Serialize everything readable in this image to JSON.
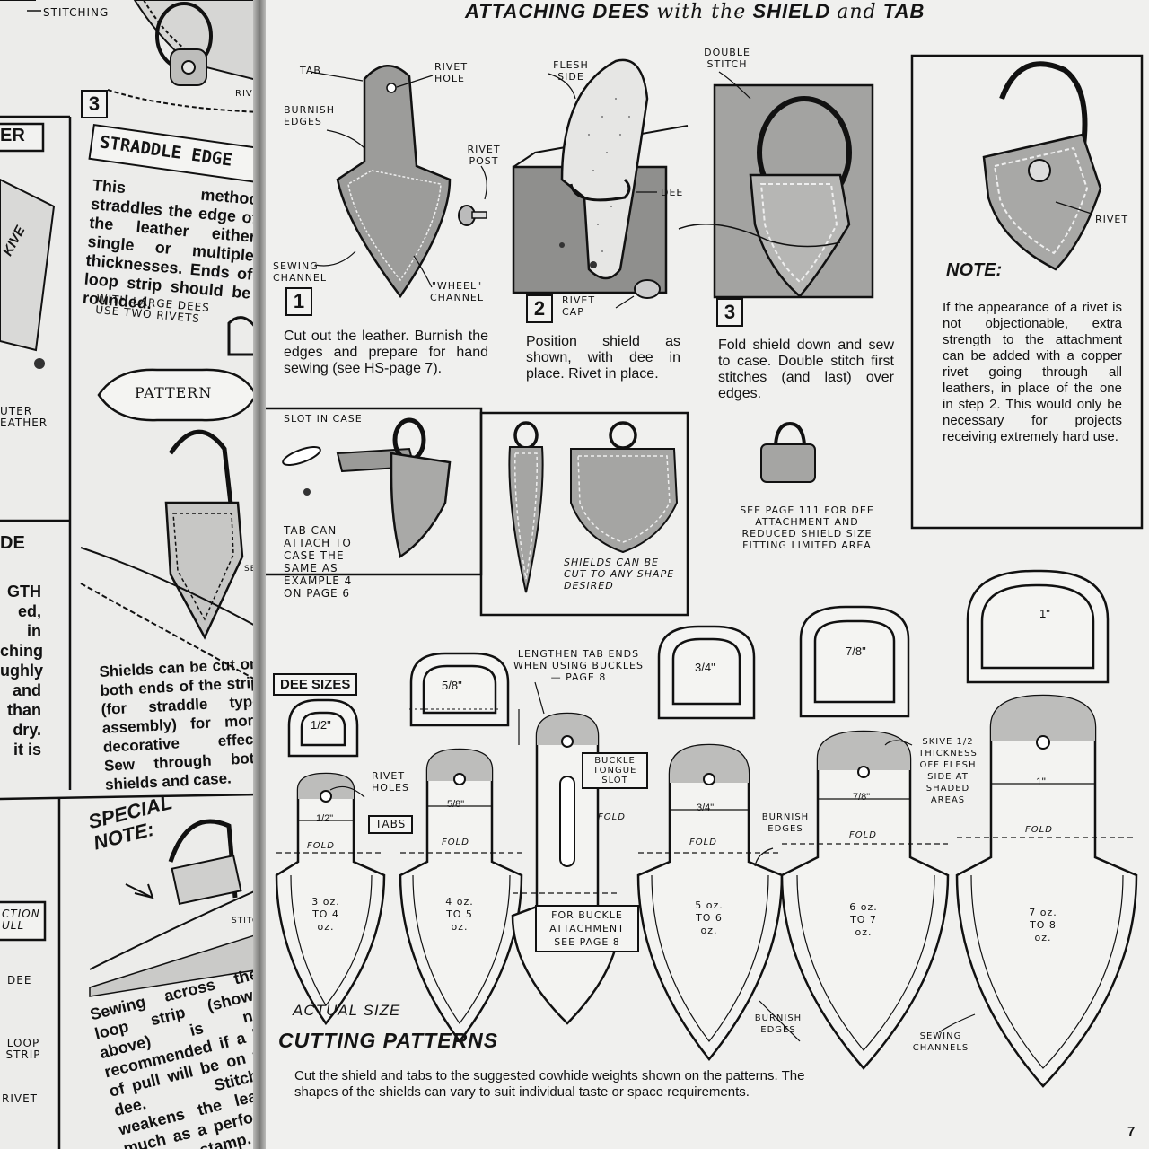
{
  "left_page": {
    "top_label": "STITCHING",
    "rivet_label": "RIVET",
    "step_number": "3",
    "section_title": "STRADDLE EDGE",
    "er_fragment": "ER",
    "body1": "This method straddles the edge of the leather either single or multiple thicknesses. Ends of loop strip should be rounded.",
    "large_dees_note": "WITH LARGE DEES USE TWO RIVETS",
    "pattern_label": "PATTERN",
    "skive_fragment": "KIVE",
    "outer_leather_fragment": "UTER EATHER",
    "de_fragment": "DE",
    "length_fragment": "GTH ed, in ching ughly and than dry. it is",
    "sew_label": "SEW",
    "body2": "Shields can be cut on both ends of the strip (for straddle type assembly) for more decorative effect. Sew through both shields and case.",
    "special_note": "SPECIAL NOTE:",
    "stitch_label": "STITCH",
    "ction_fragment": "CTION ULL",
    "dee_label": "DEE",
    "loop_strip_label": "LOOP STRIP",
    "rivet_label2": "RIVET",
    "body3": "Sewing across the loop strip (shown above) is not recommended if a lot of pull will be on the dee. Stitching weakens the leather much as a perforated postage stamp. It is permissible, though,"
  },
  "right_page": {
    "header": {
      "part1": "ATTACHING DEES",
      "part2": "with the",
      "part3": "SHIELD",
      "part4": "and",
      "part5": "TAB"
    },
    "step1": {
      "number": "1",
      "labels": {
        "tab": "TAB",
        "rivet_hole": "RIVET HOLE",
        "burnish_edges": "BURNISH EDGES",
        "sewing_channel": "SEWING CHANNEL",
        "wheel_channel": "\"WHEEL\" CHANNEL",
        "rivet_post": "RIVET POST"
      },
      "text": "Cut out the leather. Burnish the edges and prepare for hand sewing (see HS-page 7)."
    },
    "step2": {
      "number": "2",
      "labels": {
        "flesh_side": "FLESH SIDE",
        "dee": "DEE",
        "rivet_cap": "RIVET CAP"
      },
      "text": "Position shield as shown, with dee in place. Rivet in place."
    },
    "step3": {
      "number": "3",
      "labels": {
        "double_stitch": "DOUBLE STITCH"
      },
      "text": "Fold shield down and sew to case. Double stitch first stitches (and last) over edges."
    },
    "note_box": {
      "rivet_label": "RIVET",
      "title": "NOTE:",
      "text": "If the appearance of a rivet is not objectionable, extra strength to the attachment can be added with a copper rivet going through all leathers, in place of the one in step 2. This would only be necessary for projects receiving extremely hard use."
    },
    "slot_panel": {
      "slot_label": "SLOT IN CASE",
      "text": "TAB CAN ATTACH TO CASE THE SAME AS EXAMPLE 4 ON PAGE 6"
    },
    "shapes_panel": {
      "text": "SHIELDS CAN BE CUT TO ANY SHAPE DESIRED"
    },
    "small_dee_note": "SEE PAGE 111 FOR DEE ATTACHMENT AND REDUCED SHIELD SIZE FITTING LIMITED AREA",
    "dee_sizes_title": "DEE SIZES",
    "dees": [
      "1/2\"",
      "5/8\"",
      "3/4\"",
      "7/8\"",
      "1\""
    ],
    "lengthen_note": "LENGTHEN TAB ENDS WHEN USING BUCKLES — PAGE 8",
    "buckle_tongue_slot": "BUCKLE TONGUE SLOT",
    "fold_label": "FOLD",
    "rivet_holes": "RIVET HOLES",
    "tabs_label": "TABS",
    "burnish_edges": "BURNISH EDGES",
    "skive_note": "SKIVE 1/2 THICKNESS OFF FLESH SIDE AT SHADED AREAS",
    "buckle_attachment": "FOR BUCKLE ATTACHMENT SEE PAGE 8",
    "patterns": [
      {
        "width": "1/2\"",
        "weight": "3 oz. TO 4 oz."
      },
      {
        "width": "5/8\"",
        "weight": "4 oz. TO 5 oz."
      },
      {
        "width": "3/4\"",
        "weight": "5 oz. TO 6 oz."
      },
      {
        "width": "7/8\"",
        "weight": "6 oz. TO 7 oz."
      },
      {
        "width": "1\"",
        "weight": "7 oz. TO 8 oz."
      }
    ],
    "actual_size": "ACTUAL SIZE",
    "cutting_patterns": "CUTTING PATTERNS",
    "burnish_edges_bottom": "BURNISH EDGES",
    "sewing_channels": "SEWING CHANNELS",
    "footer_text": "Cut the shield and tabs to the suggested cowhide weights shown on the patterns. The shapes of the shields can vary to suit individual taste or space requirements.",
    "page_number": "7"
  }
}
